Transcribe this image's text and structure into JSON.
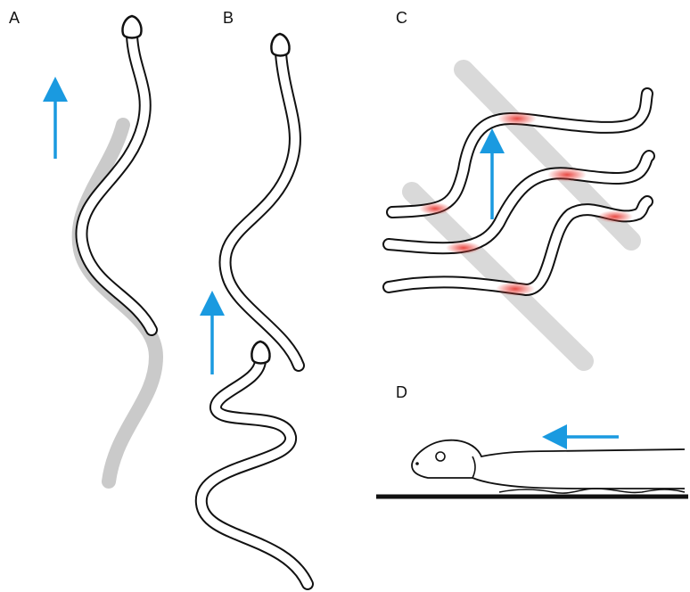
{
  "panels": [
    {
      "label": "A"
    },
    {
      "label": "B"
    },
    {
      "label": "C"
    },
    {
      "label": "D"
    }
  ],
  "colors": {
    "arrow": "#1a9ae0",
    "outline": "#111111",
    "shadow": "#bdbdbd",
    "contact_band": "#d9d9d9",
    "contact_highlight": "#e8403a",
    "ground": "#111111"
  },
  "icons": {
    "motion": "arrow-icon",
    "animal": "snake-icon"
  }
}
